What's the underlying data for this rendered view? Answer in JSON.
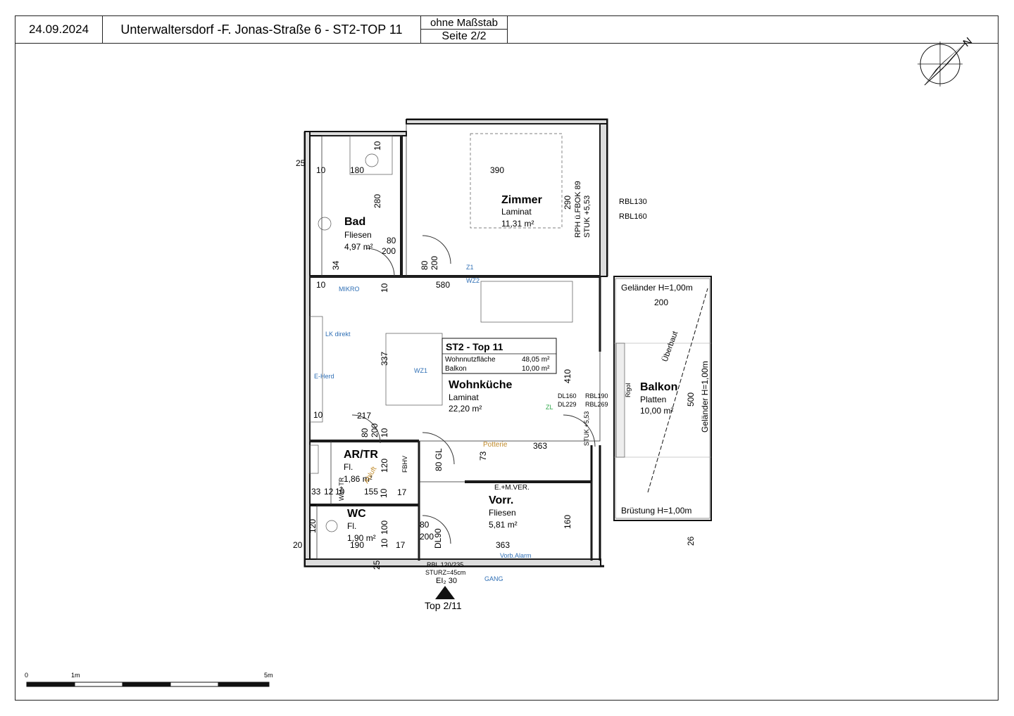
{
  "header": {
    "date": "24.09.2024",
    "title": "Unterwaltersdorf -F. Jonas-Straße 6 - ST2-TOP 11",
    "scale_note": "ohne Maßstab",
    "page": "Seite 2/2"
  },
  "north_label": "N",
  "rooms": {
    "bad": {
      "name": "Bad",
      "floor": "Fliesen",
      "area": "4,97 m²"
    },
    "zimmer": {
      "name": "Zimmer",
      "floor": "Laminat",
      "area": "11,31 m²"
    },
    "wohnkueche": {
      "name": "Wohnküche",
      "floor": "Laminat",
      "area": "22,20 m²"
    },
    "artr": {
      "name": "AR/TR",
      "floor": "Fl.",
      "area": "1,86 m²"
    },
    "wc": {
      "name": "WC",
      "floor": "Fl.",
      "area": "1,90 m²"
    },
    "vorr": {
      "name": "Vorr.",
      "floor": "Fliesen",
      "area": "5,81 m²"
    },
    "balkon": {
      "name": "Balkon",
      "floor": "Platten",
      "area": "10,00 m²"
    }
  },
  "summary": {
    "title": "ST2 - Top 11",
    "row1_label": "Wohnnutzfläche",
    "row1_value": "48,05 m²",
    "row2_label": "Balkon",
    "row2_value": "10,00 m²"
  },
  "dimensions": [
    "25",
    "10",
    "180",
    "10",
    "390",
    "280",
    "80",
    "200",
    "34",
    "80",
    "200",
    "290",
    "10",
    "580",
    "10",
    "337",
    "410",
    "217",
    "10",
    "80",
    "200",
    "10",
    "363",
    "120",
    "33",
    "12",
    "10",
    "155",
    "10",
    "17",
    "120",
    "20",
    "190",
    "10",
    "17",
    "100",
    "80",
    "200",
    "160",
    "363",
    "25",
    "200",
    "500",
    "26",
    "73",
    "80 GL",
    "DL90"
  ],
  "labels": {
    "rbl130": "RBL130",
    "rbl160": "RBL160",
    "rph": "RPH ü.FBOK 89",
    "stuk": "STUK +5,53",
    "gelaender_top": "Geländer H=1,00m",
    "gelaender_side": "Geländer H=1,00m",
    "bruestung": "Brüstung H=1,00m",
    "ueberbaut": "Überbaut",
    "rigol": "Rigol",
    "dl1": "DL160",
    "rbl1": "RBL190",
    "dl2": "DL229",
    "rbl2": "RBL269",
    "stuk2": "STUK +5,53",
    "door_rbl": "RBL 120/235",
    "sturz": "STURZ=45cm",
    "ei30": "EI₂ 30",
    "top_entry": "Top 2/11",
    "potterie": "Potterie",
    "emver": "E.+M.VER.",
    "wmtr": "WM+TR",
    "fbhv": "FBHV",
    "abluft": "Abluft",
    "mikro": "MIKRO",
    "lk": "LK direkt",
    "eherd": "E-Herd",
    "wz1": "WZ1",
    "wz2": "WZ2",
    "z1": "Z1",
    "zl": "ZL",
    "gang": "GANG",
    "vorb_alarm": "Vorb.Alarm"
  },
  "scalebar": {
    "label_0": "0",
    "label_1": "1m",
    "label_5": "5m"
  }
}
